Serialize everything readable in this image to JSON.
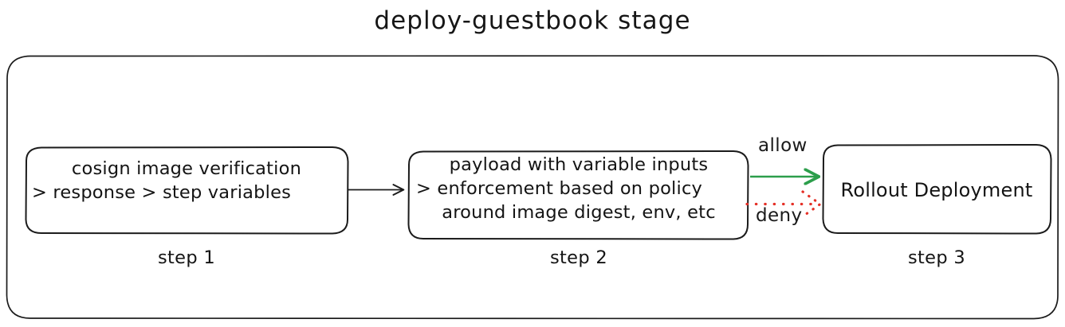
{
  "diagram": {
    "title": "deploy-guestbook stage",
    "colors": {
      "stroke": "#1b1b1b",
      "allow": "#2c9e4b",
      "deny": "#e53027",
      "background": "#ffffff"
    },
    "container": {
      "name": "deploy-guestbook stage container"
    },
    "nodes": [
      {
        "id": "step1",
        "caption": "step 1",
        "lines": [
          "cosign image verification",
          "> response > step variables"
        ]
      },
      {
        "id": "step2",
        "caption": "step 2",
        "lines": [
          "payload with variable inputs",
          "> enforcement based on policy",
          "around image digest, env, etc"
        ]
      },
      {
        "id": "step3",
        "caption": "step 3",
        "lines": [
          "Rollout Deployment"
        ]
      }
    ],
    "edges": [
      {
        "id": "edge-step1-step2",
        "from": "step1",
        "to": "step2",
        "label": "",
        "style": "solid",
        "color": "#1b1b1b"
      },
      {
        "id": "edge-allow",
        "from": "step2",
        "to": "step3",
        "label": "allow",
        "style": "solid",
        "color": "#2c9e4b"
      },
      {
        "id": "edge-deny",
        "from": "step2",
        "to": "step3",
        "label": "deny",
        "style": "dotted",
        "color": "#e53027"
      }
    ]
  }
}
